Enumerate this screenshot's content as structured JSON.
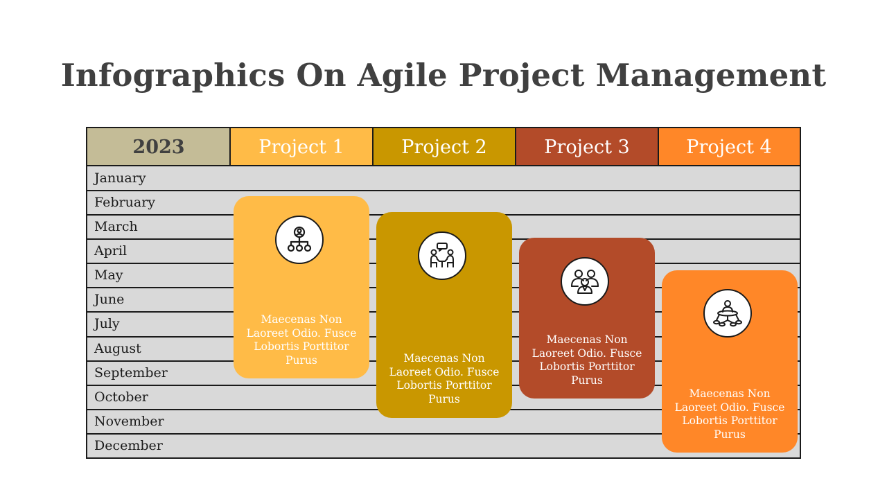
{
  "title": "Infographics On Agile Project Management",
  "table": {
    "year": "2023",
    "projects": [
      {
        "label": "Project 1",
        "color": "#FFBB47"
      },
      {
        "label": "Project 2",
        "color": "#C99700"
      },
      {
        "label": "Project 3",
        "color": "#B34B29"
      },
      {
        "label": "Project 4",
        "color": "#FF8728"
      }
    ],
    "year_color": "#C4BC97",
    "row_color": "#D9D9D9",
    "months": [
      "January",
      "February",
      "March",
      "April",
      "May",
      "June",
      "July",
      "August",
      "September",
      "October",
      "November",
      "December"
    ]
  },
  "cards": [
    {
      "text": "Maecenas Non Laoreet Odio. Fusce Lobortis Porttitor Purus",
      "icon": "org-hierarchy-icon"
    },
    {
      "text": "Maecenas Non Laoreet Odio. Fusce Lobortis Porttitor Purus",
      "icon": "people-discussion-icon"
    },
    {
      "text": "Maecenas Non Laoreet Odio. Fusce Lobortis Porttitor Purus",
      "icon": "team-group-icon"
    },
    {
      "text": "Maecenas Non Laoreet Odio. Fusce Lobortis Porttitor Purus",
      "icon": "leader-network-icon"
    }
  ]
}
